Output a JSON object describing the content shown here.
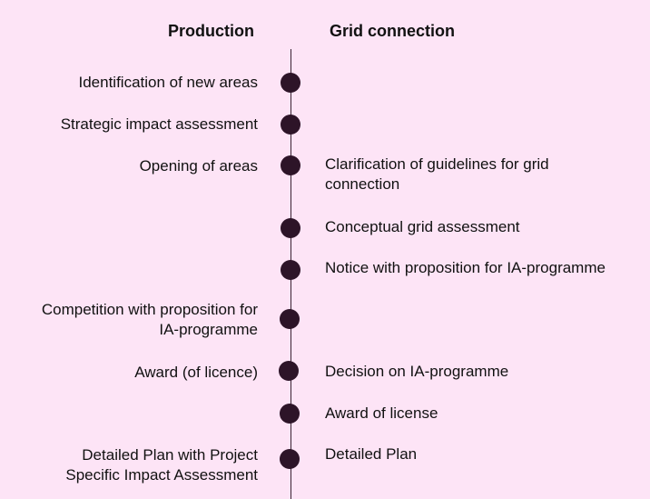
{
  "headers": {
    "production": "Production",
    "grid_connection": "Grid connection"
  },
  "production_steps": [
    {
      "line1": "Identification of new areas",
      "line2": ""
    },
    {
      "line1": "Strategic impact assessment",
      "line2": ""
    },
    {
      "line1": "Opening of areas",
      "line2": ""
    },
    {
      "line1": "Competition with proposition for",
      "line2": "IA-programme"
    },
    {
      "line1": "Award (of licence)",
      "line2": ""
    },
    {
      "line1": "Detailed Plan with Project",
      "line2": "Specific Impact Assessment"
    }
  ],
  "grid_steps": [
    {
      "line1": "Clarification of guidelines for grid",
      "line2": "connection"
    },
    {
      "line1": "Conceptual grid assessment",
      "line2": ""
    },
    {
      "line1": "Notice with proposition for IA-programme",
      "line2": ""
    },
    {
      "line1": "Decision on IA-programme",
      "line2": ""
    },
    {
      "line1": "Award of license",
      "line2": ""
    },
    {
      "line1": "Detailed Plan",
      "line2": ""
    }
  ],
  "colors": {
    "background": "#fde4f6",
    "timeline": "#3a2233",
    "milestone": "#2d1428",
    "text": "#111111"
  }
}
